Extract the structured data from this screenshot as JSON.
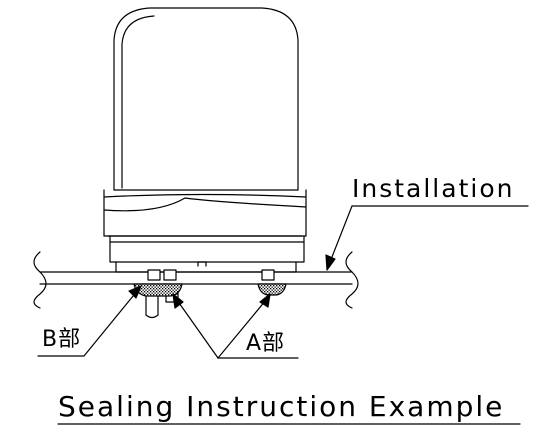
{
  "labels": {
    "installation": "Installation",
    "part_b": "B部",
    "part_a": "A部",
    "title": "Sealing Instruction Example"
  }
}
